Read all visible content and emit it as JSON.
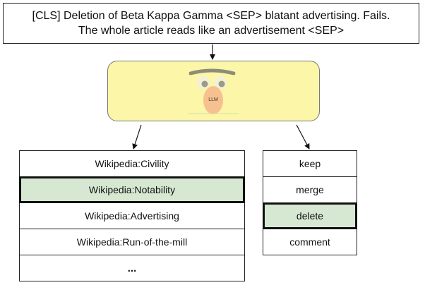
{
  "input": {
    "line1": "[CLS] Deletion of Beta Kappa Gamma <SEP> blatant advertising. Fails.",
    "line2": "The whole article reads like an advertisement <SEP>"
  },
  "model": {
    "label": "LLM",
    "face_color": "#f7c08f",
    "box_color": "#fbf6a8"
  },
  "policies": {
    "items": [
      {
        "label": "Wikipedia:Civility",
        "selected": false
      },
      {
        "label": "Wikipedia:Notability",
        "selected": true
      },
      {
        "label": "Wikipedia:Advertising",
        "selected": false
      },
      {
        "label": "Wikipedia:Run-of-the-mill",
        "selected": false
      },
      {
        "label": "...",
        "selected": false
      }
    ]
  },
  "actions": {
    "items": [
      {
        "label": "keep",
        "selected": false
      },
      {
        "label": "merge",
        "selected": false
      },
      {
        "label": "delete",
        "selected": true
      },
      {
        "label": "comment",
        "selected": false
      }
    ]
  },
  "colors": {
    "selected_fill": "#d6e8d2",
    "border": "#222222"
  }
}
